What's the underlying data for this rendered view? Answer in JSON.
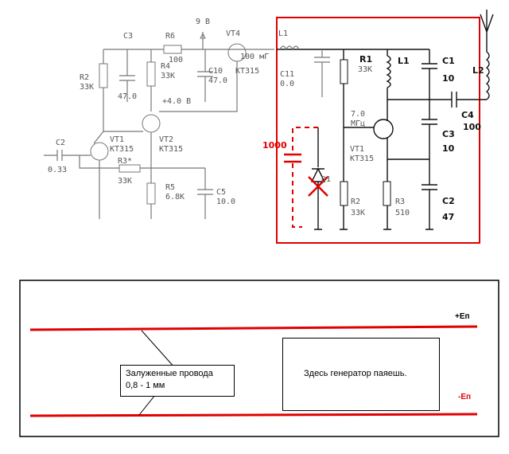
{
  "left_circuit": {
    "supply": "9 В",
    "c3": "C3",
    "r6": "R6",
    "r6_val": "100",
    "vt4": "VT4",
    "vt4_type": "KT315",
    "l1": "L1",
    "l1_val": "100 мГ",
    "c11": "C11",
    "c11_val": "0.0",
    "r2": "R2",
    "r2_val": "33K",
    "c3_val": "47.0",
    "r4": "R4",
    "r4_val": "33K",
    "c10": "C10",
    "c10_val": "47.0",
    "v4": "+4.0 В",
    "vt1": "VT1",
    "vt1_type": "KT315",
    "vt2": "VT2",
    "vt2_type": "KT315",
    "c2": "C2",
    "c2_val": "0.33",
    "r3": "R3*",
    "r3_val": "33K",
    "r5": "R5",
    "r5_val": "6.8K",
    "c5": "C5",
    "c5_val": "10.0"
  },
  "right_circuit": {
    "r1": "R1",
    "r1_val": "33K",
    "l1": "L1",
    "c1": "C1",
    "c1_val": "10",
    "l2": "L2",
    "c4": "C4",
    "c4_val": "100",
    "mhz": "MГц",
    "mhz_prefix": "7.0",
    "vt1": "VT1",
    "vt1_type": "KT315",
    "c3": "C3",
    "c3_val": "10",
    "d1": "D1",
    "r2": "R2",
    "r2_val": "33K",
    "r3": "R3",
    "r3_val": "510",
    "c2": "C2",
    "c2_val": "47",
    "added_cap": "1000"
  },
  "bottom": {
    "plus_label": "+Еп",
    "minus_label": "-Еп",
    "wires_note_line1": "Залуженные провода",
    "wires_note_line2": "0,8 - 1 мм",
    "generator_note": "Здесь генератор паяешь."
  },
  "colors": {
    "red": "#e00000",
    "wire": "#777777"
  }
}
